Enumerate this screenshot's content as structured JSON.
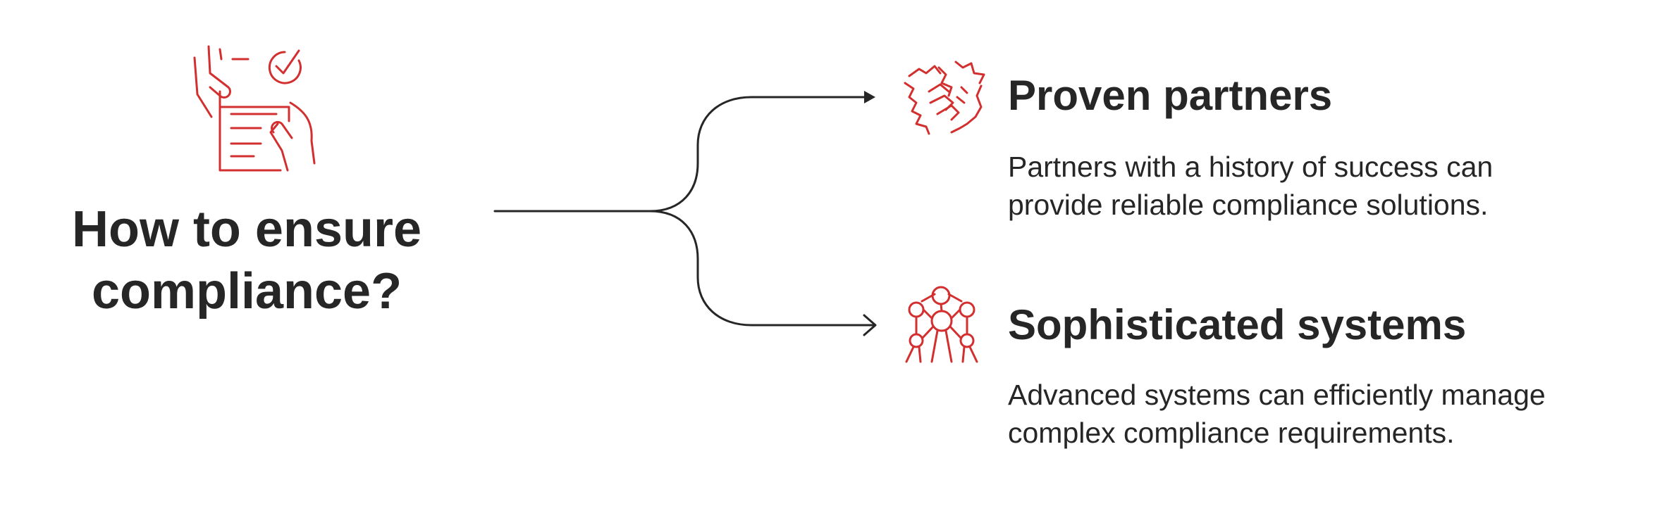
{
  "question": {
    "line1": "How to ensure",
    "line2": "compliance?"
  },
  "options": [
    {
      "title": "Proven partners",
      "desc_line1": "Partners with a history of success can",
      "desc_line2": "provide reliable compliance solutions.",
      "icon": "handshake-icon"
    },
    {
      "title": "Sophisticated systems",
      "desc_line1": "Advanced systems can efficiently manage",
      "desc_line2": "complex compliance requirements.",
      "icon": "network-icon"
    }
  ],
  "colors": {
    "accent": "#d32f2f",
    "text": "#262626",
    "line": "#262626"
  },
  "question_icon": "checklist-icon"
}
